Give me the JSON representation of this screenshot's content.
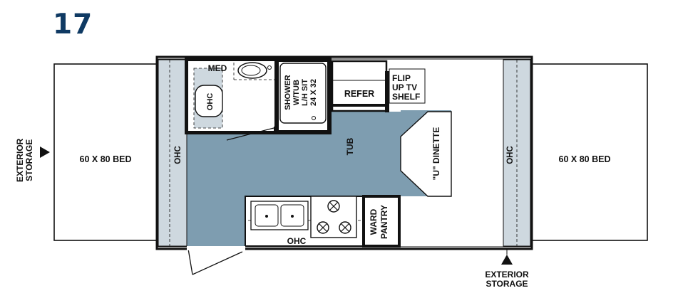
{
  "model_number": "17",
  "colors": {
    "floor": "#7e9db0",
    "ohc_fill": "#ced8df",
    "wall": "#111111",
    "title": "#0f3a63"
  },
  "labels": {
    "bed_left": "60 X 80 BED",
    "bed_right": "60 X 80 BED",
    "ohc_left": "OHC",
    "ohc_right": "OHC",
    "ohc_bath": "OHC",
    "ohc_kitchen": "OHC",
    "med": "MED",
    "shower_line1": "SHOWER",
    "shower_line2": "W/TUB",
    "shower_line3": "L/H SIT",
    "shower_line4": "24 X 32",
    "refer": "REFER",
    "flip_line1": "FLIP",
    "flip_line2": "UP TV",
    "flip_line3": "SHELF",
    "tub": "TUB",
    "dinette": "\"U\" DINETTE",
    "ward": "WARD",
    "pantry": "PANTRY",
    "ext_left_line1": "EXTERIOR",
    "ext_left_line2": "STORAGE",
    "ext_bottom_line1": "EXTERIOR",
    "ext_bottom_line2": "STORAGE"
  }
}
